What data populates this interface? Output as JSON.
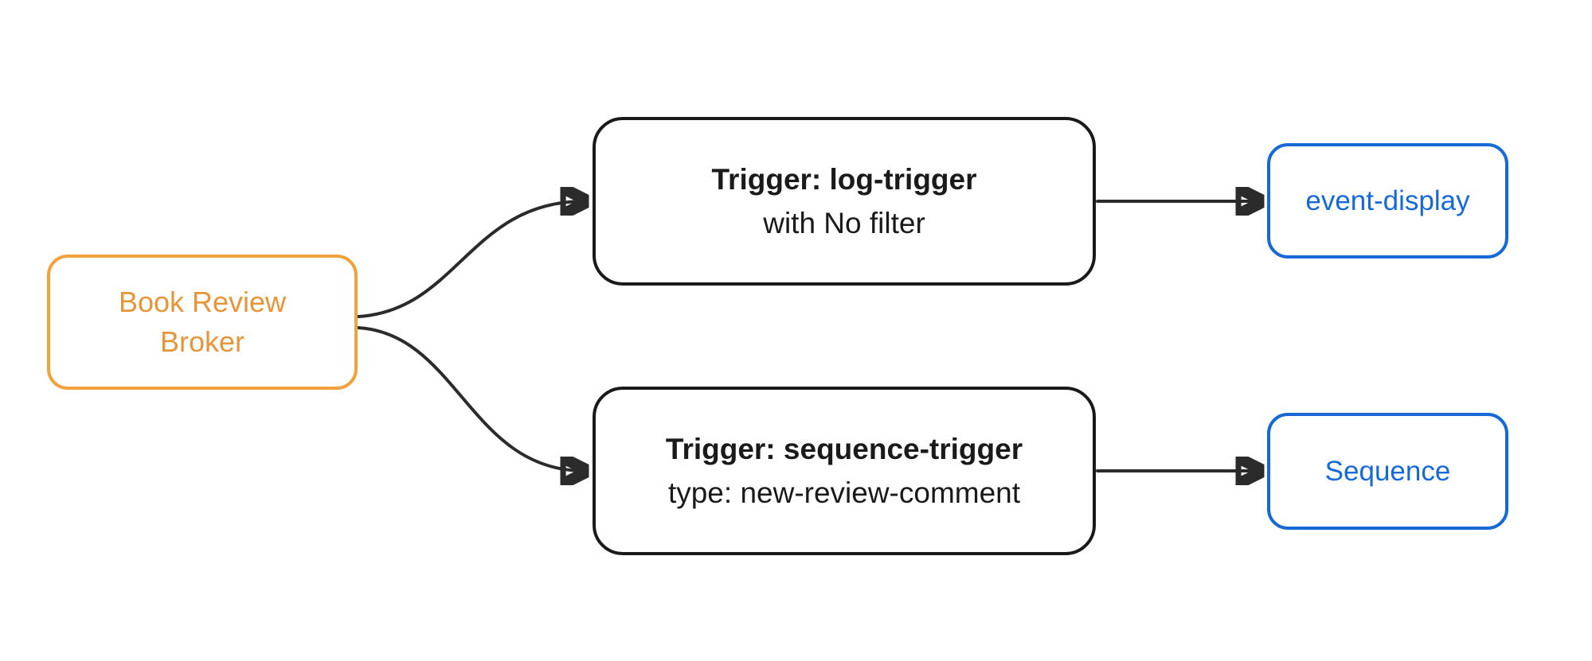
{
  "diagram": {
    "nodes": {
      "broker": {
        "lines": [
          "Book Review",
          "Broker"
        ]
      },
      "log_trigger": {
        "title": "Trigger: log-trigger",
        "subtitle": "with No filter"
      },
      "sequence_trigger": {
        "title": "Trigger: sequence-trigger",
        "subtitle": "type: new-review-comment"
      },
      "event_display": {
        "label": "event-display"
      },
      "sequence": {
        "label": "Sequence"
      }
    },
    "edges": [
      {
        "from": "broker",
        "to": "log_trigger"
      },
      {
        "from": "broker",
        "to": "sequence_trigger"
      },
      {
        "from": "log_trigger",
        "to": "event_display"
      },
      {
        "from": "sequence_trigger",
        "to": "sequence"
      }
    ],
    "colors": {
      "broker_border": "#F2A13C",
      "broker_text": "#E8953A",
      "endpoint_border": "#1769D6",
      "endpoint_text": "#1769D6",
      "trigger_border": "#1A1A1A",
      "trigger_text": "#1A1A1A",
      "arrow": "#2B2B2B",
      "background": "#FFFFFF"
    }
  }
}
